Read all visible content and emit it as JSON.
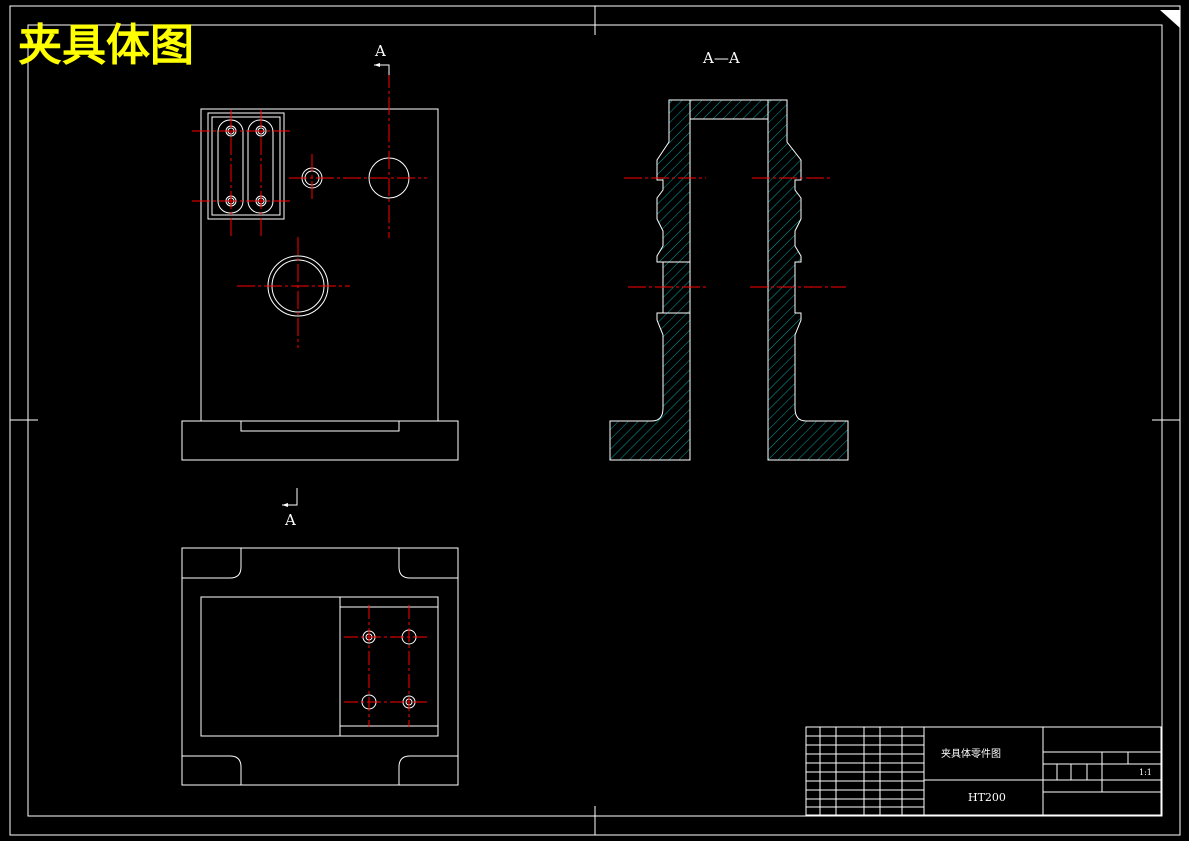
{
  "drawing": {
    "heading": "夹具体图",
    "colors": {
      "background": "#000000",
      "outline": "#ffffff",
      "centerline": "#ff0000",
      "hatch": "#00a0a0",
      "heading": "#ffff00"
    }
  },
  "views": {
    "section_marker_top": "A",
    "section_marker_bottom": "A",
    "section_view_label": "A—A"
  },
  "title_block": {
    "part_name": "夹具体零件图",
    "material": "HT200",
    "scale": "1:1"
  }
}
